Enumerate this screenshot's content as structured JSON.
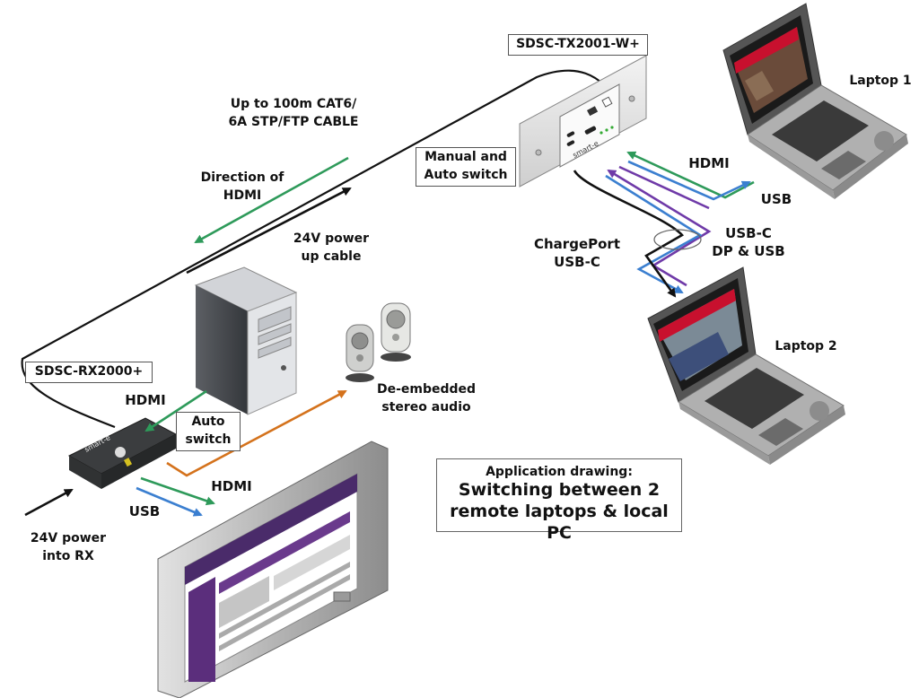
{
  "devices": {
    "tx": "SDSC-TX2001-W+",
    "rx": "SDSC-RX2000+",
    "laptop1": "Laptop 1",
    "laptop2": "Laptop 2",
    "tx_brand": "smart-e",
    "rx_brand": "smart-e"
  },
  "labels": {
    "cable": [
      "Up to 100m CAT6/",
      "6A STP/FTP CABLE"
    ],
    "direction": [
      "Direction of",
      "HDMI"
    ],
    "power_cable": [
      "24V power",
      "up cable"
    ],
    "manual_auto": [
      "Manual and",
      "Auto switch"
    ],
    "auto_switch": [
      "Auto",
      "switch"
    ],
    "hdmi_laptop1": "HDMI",
    "usb_laptop1": "USB",
    "usbc": [
      "USB-C",
      "DP & USB"
    ],
    "chargeport": [
      "ChargePort",
      "USB-C"
    ],
    "hdmi_pc": "HDMI",
    "audio": [
      "De-embedded",
      "stereo audio"
    ],
    "hdmi_display": "HDMI",
    "usb_display": "USB",
    "power_rx": [
      "24V power",
      "into RX"
    ]
  },
  "application": {
    "title": "Application drawing:",
    "line1": "Switching between 2",
    "line2": "remote laptops & local PC"
  },
  "colors": {
    "hdmi": "#2e9a5a",
    "usb": "#3b7fd0",
    "usbc": "#6f3aa8",
    "audio": "#d4721c",
    "power": "#111111"
  }
}
